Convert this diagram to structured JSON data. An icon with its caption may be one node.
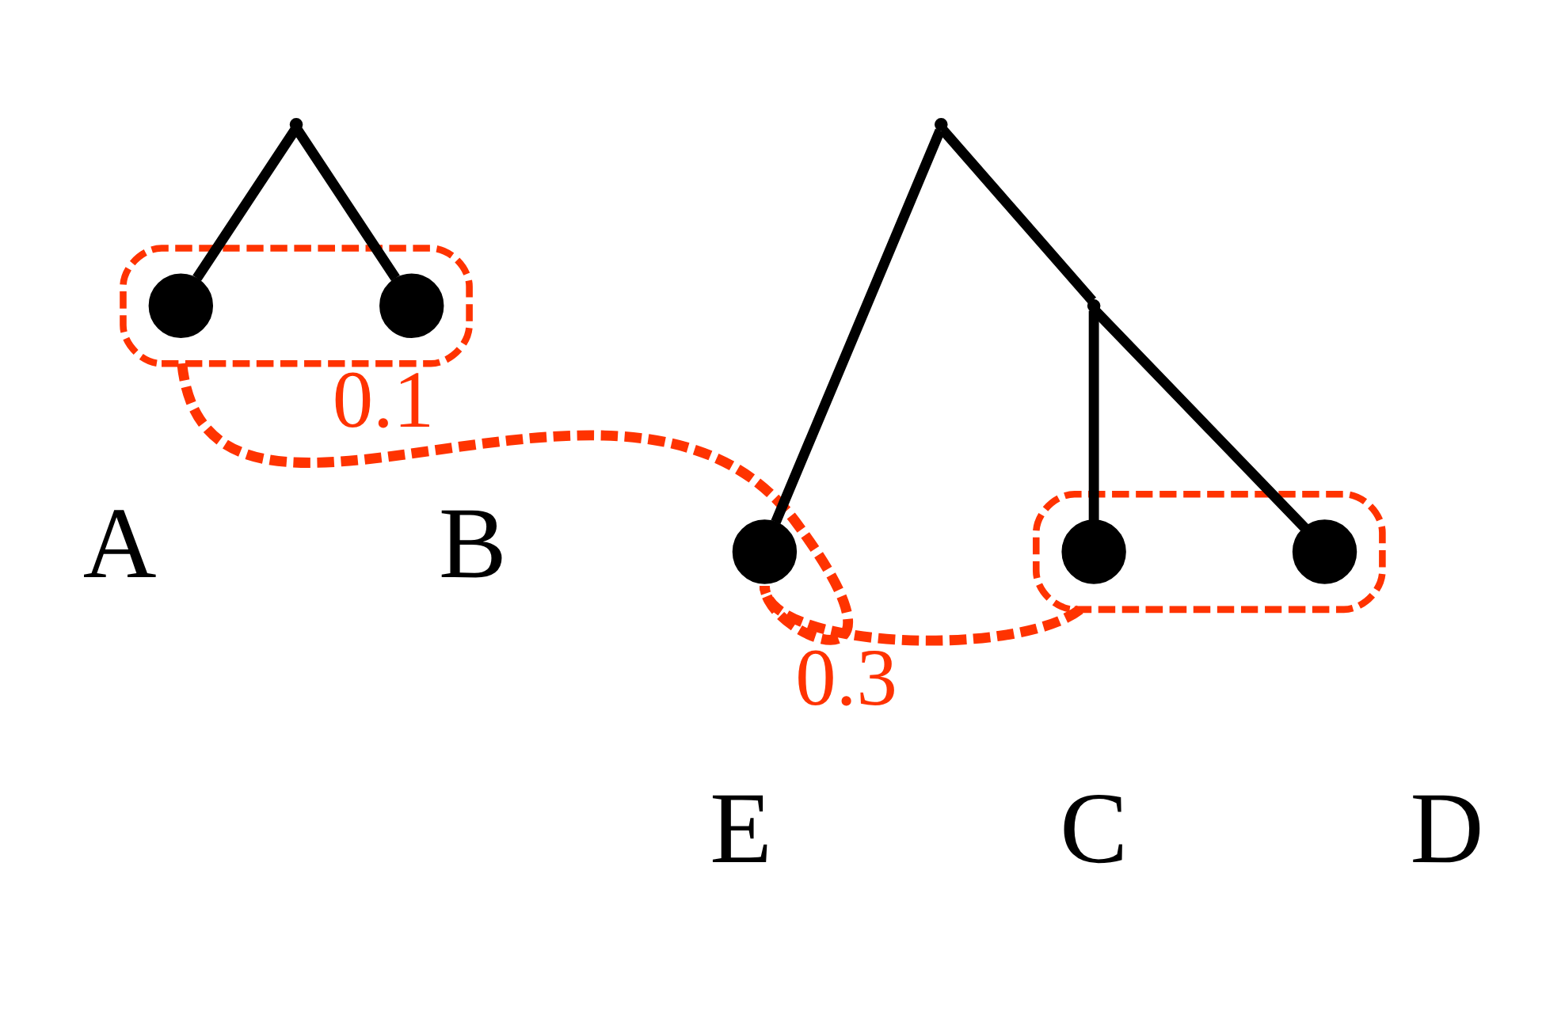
{
  "diagram": {
    "nodes": [
      {
        "text": [],
        "shape": "point"
      },
      {
        "text": [],
        "shape": "ellipse"
      },
      {
        "text": [],
        "shape": "circle",
        "in": 1,
        "beside": [
          "A"
        ]
      },
      {
        "text": [],
        "shape": "circle",
        "in": 1,
        "beside": [
          "B"
        ]
      },
      {
        "text": [],
        "shape": "point"
      },
      {
        "text": [],
        "shape": "point"
      },
      {
        "text": [],
        "shape": "ellipse"
      },
      {
        "text": [],
        "shape": "circle",
        "in": 6,
        "beside": [
          "C"
        ]
      },
      {
        "text": [],
        "shape": "circle",
        "in": 6,
        "beside": [
          "D"
        ]
      },
      {
        "text": [],
        "shape": "circle",
        "beside": [
          "E"
        ]
      }
    ],
    "edges": [
      {
        "from": 0,
        "to": 2,
        "arrow": "none"
      },
      {
        "from": 0,
        "to": 3,
        "arrow": "none"
      },
      {
        "from": 4,
        "to": 5,
        "arrow": "none"
      },
      {
        "from": 5,
        "to": 7,
        "arrow": "none"
      },
      {
        "from": 5,
        "to": 8,
        "arrow": "none"
      },
      {
        "from": 4,
        "to": 9,
        "arrow": "none"
      },
      {
        "from": 6,
        "to": 9,
        "arrow": "none",
        "label": "0.3",
        "style": "dashed",
        "color": "#ff3300"
      },
      {
        "from": 1,
        "to": 9,
        "arrow": "none",
        "label": "0.1",
        "style": "dashed",
        "color": "#ff3300"
      }
    ]
  }
}
